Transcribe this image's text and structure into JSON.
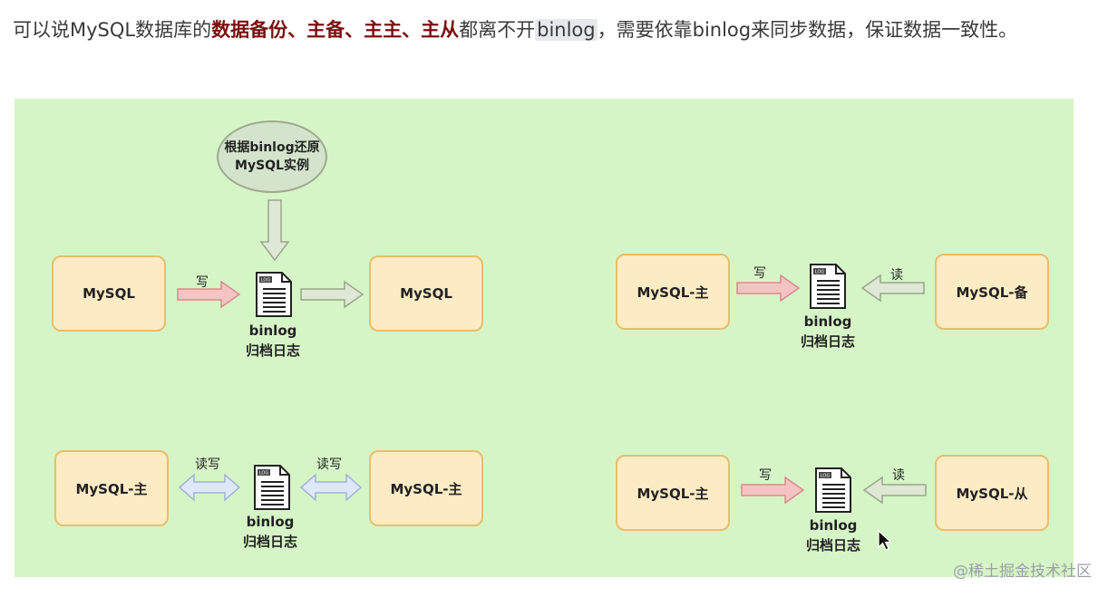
{
  "paragraph": {
    "prefix": "可以说MySQL数据库的",
    "bold": "数据备份、主备、主主、主从",
    "middle": "都离不开",
    "code": "binlog",
    "suffix": "，需要依靠binlog来同步数据，保证数据一致性。"
  },
  "diagram": {
    "restore_ellipse": "根据binlog还原MySQL实例",
    "binlog_label": "binlog",
    "archive_label": "归档日志",
    "write_label": "写",
    "read_label": "读",
    "readwrite_label": "读写",
    "doc_tag": "LOG",
    "panel1": {
      "left_box": "MySQL",
      "right_box": "MySQL"
    },
    "panel2": {
      "left_box": "MySQL-主",
      "right_box": "MySQL-备"
    },
    "panel3": {
      "left_box": "MySQL-主",
      "right_box": "MySQL-主"
    },
    "panel4": {
      "left_box": "MySQL-主",
      "right_box": "MySQL-从"
    }
  },
  "watermark": "@稀土掘金技术社区",
  "colors": {
    "diagram_bg": "#d6f5c6",
    "box_fill": "#fdebc4",
    "box_border": "#e8be69",
    "emphasis_text": "#7a0f0f",
    "write_arrow": "#f6c3c3",
    "read_arrow": "#dfe8d4",
    "readwrite_arrow": "#dde8fb"
  }
}
